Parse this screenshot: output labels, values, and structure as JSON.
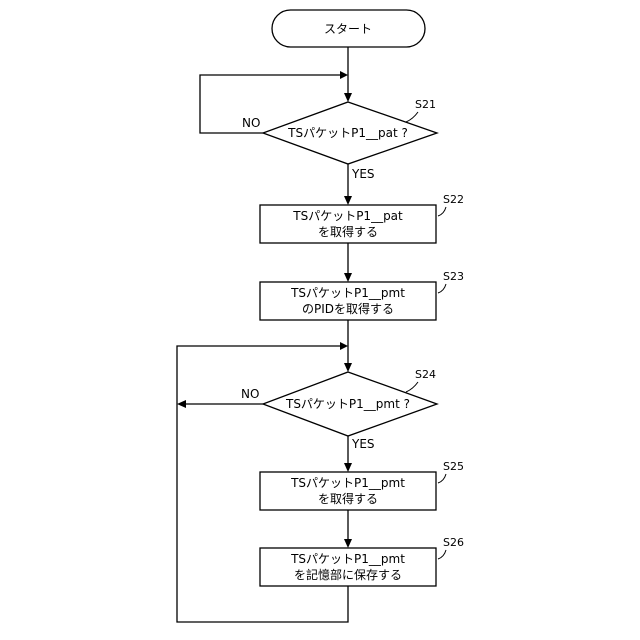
{
  "diagram": {
    "start": "スタート",
    "s21": {
      "step": "S21",
      "text": "TSパケットP1__pat ?",
      "no": "NO",
      "yes": "YES"
    },
    "s22": {
      "step": "S22",
      "line1": "TSパケットP1__pat",
      "line2": "を取得する"
    },
    "s23": {
      "step": "S23",
      "line1": "TSパケットP1__pmt",
      "line2": "のPIDを取得する"
    },
    "s24": {
      "step": "S24",
      "text": "TSパケットP1__pmt ?",
      "no": "NO",
      "yes": "YES"
    },
    "s25": {
      "step": "S25",
      "line1": "TSパケットP1__pmt",
      "line2": "を取得する"
    },
    "s26": {
      "step": "S26",
      "line1": "TSパケットP1__pmt",
      "line2": "を記憶部に保存する"
    }
  }
}
